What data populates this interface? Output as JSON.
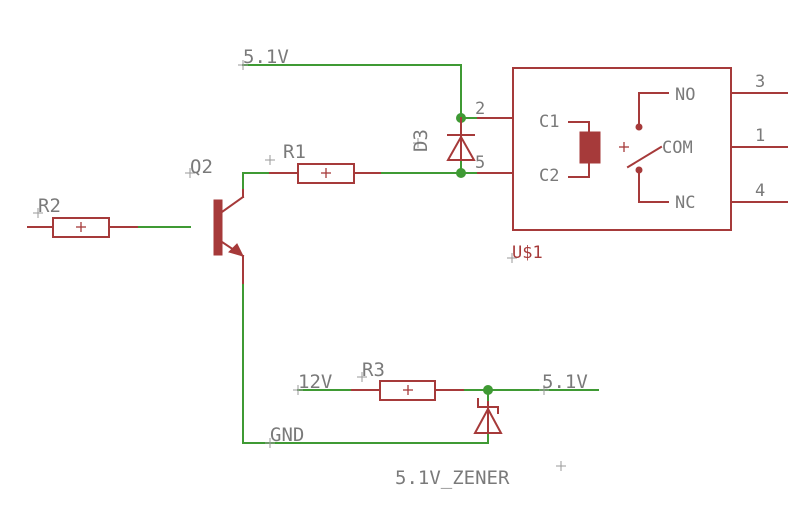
{
  "nets": {
    "supply_top": "5.1V",
    "supply_12v": "12V",
    "supply_out": "5.1V",
    "ground": "GND"
  },
  "components": {
    "r1": "R1",
    "r2": "R2",
    "r3": "R3",
    "q2": "Q2",
    "d3": "D3",
    "zener": "5.1V_ZENER",
    "relay": "U$1"
  },
  "relay": {
    "coil_pin_1": "C1",
    "coil_pin_2": "C2",
    "contact_no": "NO",
    "contact_com": "COM",
    "contact_nc": "NC",
    "pin_2": "2",
    "pin_5": "5",
    "pin_3": "3",
    "pin_1": "1",
    "pin_4": "4"
  },
  "colors": {
    "wire": "#3f9a34",
    "component": "#a63a3a",
    "label": "#7a7a7a",
    "background": "#ffffff"
  }
}
